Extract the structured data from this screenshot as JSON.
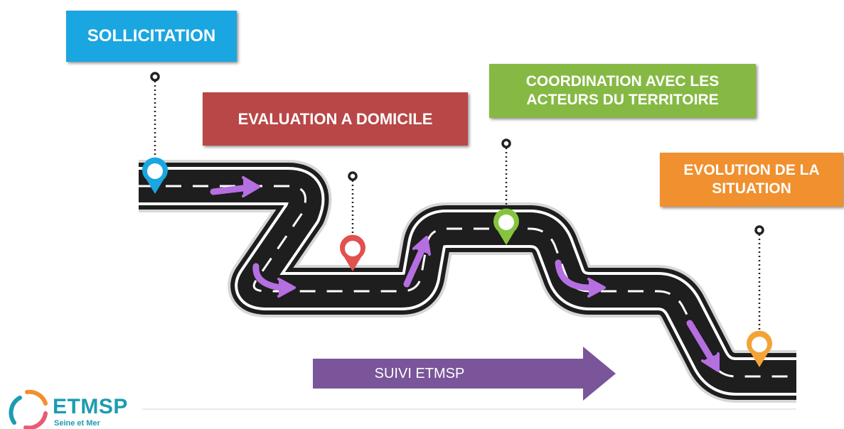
{
  "steps": {
    "sollicitation": "SOLLICITATION",
    "evaluation": "EVALUATION A DOMICILE",
    "coordination_line1": "COORDINATION AVEC LES",
    "coordination_line2": "ACTEURS DU TERRITOIRE",
    "evolution_line1": "EVOLUTION DE LA",
    "evolution_line2": "SITUATION"
  },
  "suivi_label": "SUIVI ETMSP",
  "logo": {
    "name": "ETMSP",
    "subtitle": "Seine et Mer"
  },
  "colors": {
    "sollicitation": "#1aa6e0",
    "evaluation": "#b94747",
    "coordination": "#86b944",
    "evolution": "#f0902e",
    "suivi": "#7a559a",
    "arrows": "#b56fe0",
    "road": "#1e1e1e"
  }
}
